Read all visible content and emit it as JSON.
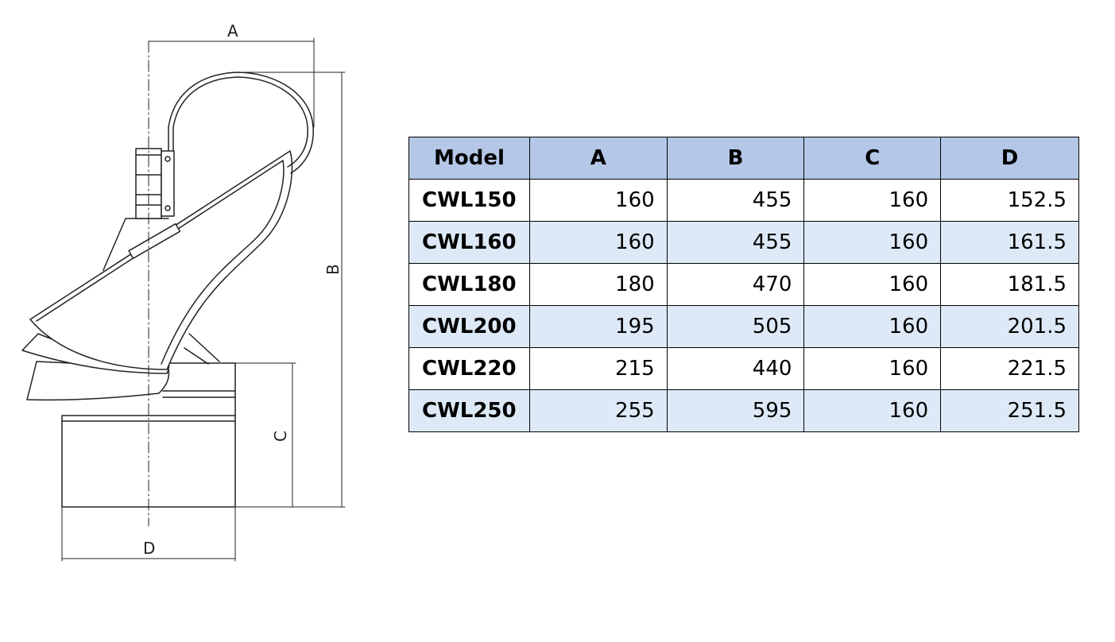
{
  "diagram": {
    "dimension_labels": {
      "a": "A",
      "b": "B",
      "c": "C",
      "d": "D"
    }
  },
  "table": {
    "headers": [
      "Model",
      "A",
      "B",
      "C",
      "D"
    ],
    "rows": [
      [
        "CWL150",
        "160",
        "455",
        "160",
        "152.5"
      ],
      [
        "CWL160",
        "160",
        "455",
        "160",
        "161.5"
      ],
      [
        "CWL180",
        "180",
        "470",
        "160",
        "181.5"
      ],
      [
        "CWL200",
        "195",
        "505",
        "160",
        "201.5"
      ],
      [
        "CWL220",
        "215",
        "440",
        "160",
        "221.5"
      ],
      [
        "CWL250",
        "255",
        "595",
        "160",
        "251.5"
      ]
    ],
    "colors": {
      "header_bg": "#b4c7e7",
      "alt_row_bg": "#dde9f6",
      "border": "#000000"
    }
  }
}
